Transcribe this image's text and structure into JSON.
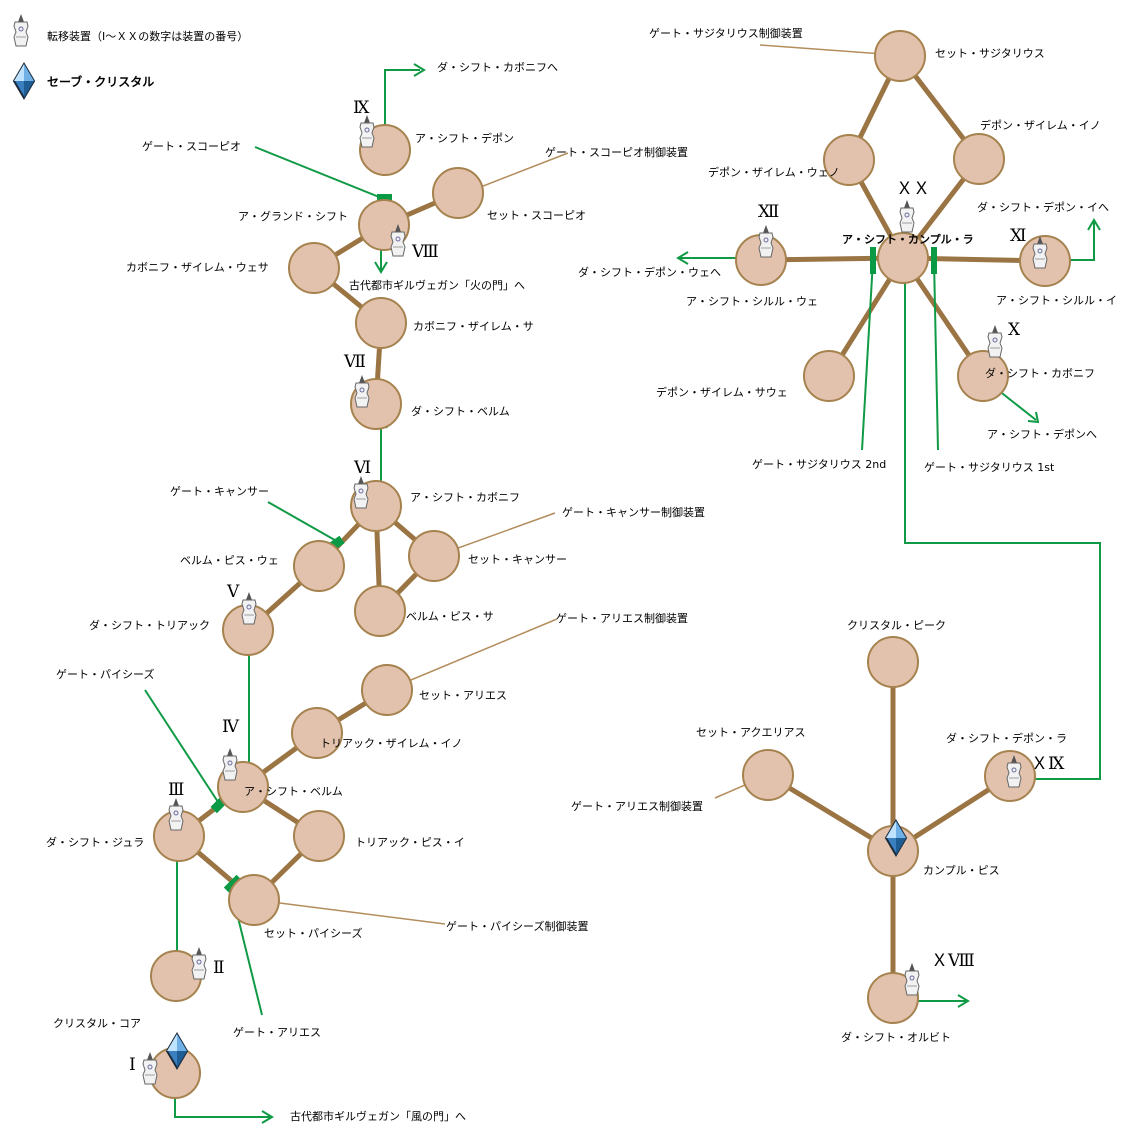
{
  "legend": {
    "teleporter_label": "転移装置（Ⅰ～ＸＸの数字は装置の番号）",
    "crystal_label": "セーブ・クリスタル"
  },
  "colors": {
    "node_fill": "#e2c2ac",
    "node_stroke": "#a6824f",
    "road": "#9b7443",
    "pointer_line": "#b38d5c",
    "route": "#109a46",
    "gate": "#0a9a46",
    "crystal": "#3a7fbf"
  },
  "icons": {
    "teleporter": "teleporter-icon",
    "crystal": "save-crystal-icon"
  },
  "nodes": {
    "a_shift_depon": "ア・シフト・デポン",
    "set_scorpio": "セット・スコーピオ",
    "a_grand_shift": "ア・グランド・シフト",
    "kaboniff_zairem_wesa": "カボニフ・ザイレム・ウェサ",
    "kaboniff_zairem_sa": "カボニフ・ザイレム・サ",
    "da_shift_bellum": "ダ・シフト・ベルム",
    "a_shift_kaboniff": "ア・シフト・カボニフ",
    "set_cancer": "セット・キャンサー",
    "bellum_pis_we": "ベルム・ピス・ウェ",
    "bellum_pis_sa": "ベルム・ピス・サ",
    "da_shift_triak": "ダ・シフト・トリアック",
    "set_aries": "セット・アリエス",
    "triak_zairem_ino": "トリアック・ザイレム・イノ",
    "a_shift_bellum": "ア・シフト・ベルム",
    "triak_pis_i": "トリアック・ピス・イ",
    "da_shift_jura": "ダ・シフト・ジュラ",
    "set_pisces": "セット・パイシーズ",
    "crystal_core": "クリスタル・コア",
    "set_sagittarius": "セット・サジタリウス",
    "depon_zairem_ino": "デポン・ザイレム・イノ",
    "depon_zairem_weno": "デポン・ザイレム・ウェノ",
    "a_shift_kanpul_ra": "ア・シフト・カンプル・ラ",
    "a_shift_silulu_we": "ア・シフト・シルル・ウェ",
    "a_shift_silulu_i": "ア・シフト・シルル・イ",
    "depon_zairem_sawe": "デポン・ザイレム・サウェ",
    "da_shift_kaboniff": "ダ・シフト・カボニフ",
    "crystal_peak": "クリスタル・ピーク",
    "set_aquarius": "セット・アクエリアス",
    "da_shift_depon_ra": "ダ・シフト・デポン・ラ",
    "kanpul_pis": "カンプル・ピス",
    "da_shift_orbit": "ダ・シフト・オルビト"
  },
  "labels": {
    "gate_scorpio": "ゲート・スコーピオ",
    "gate_scorpio_control": "ゲート・スコーピオ制御装置",
    "gate_cancer": "ゲート・キャンサー",
    "gate_cancer_control": "ゲート・キャンサー制御装置",
    "gate_aries_control_left": "ゲート・アリエス制御装置",
    "gate_pisces": "ゲート・パイシーズ",
    "gate_pisces_control": "ゲート・パイシーズ制御装置",
    "gate_aries": "ゲート・アリエス",
    "gate_sagittarius_control": "ゲート・サジタリウス制御装置",
    "gate_sagittarius_2nd": "ゲート・サジタリウス 2nd",
    "gate_sagittarius_1st": "ゲート・サジタリウス 1st",
    "gate_aries_control_right": "ゲート・アリエス制御装置"
  },
  "exits": {
    "to_da_shift_kaboniff": "ダ・シフト・カボニフへ",
    "to_fire_gate": "古代都市ギルヴェガン「火の門」へ",
    "to_wind_gate": "古代都市ギルヴェガン「風の門」へ",
    "to_da_shift_depon_we": "ダ・シフト・デポン・ウェへ",
    "to_da_shift_depon_i": "ダ・シフト・デポン・イへ",
    "to_a_shift_depon": "ア・シフト・デポンへ"
  },
  "teleporters": {
    "t1": "Ⅰ",
    "t2": "Ⅱ",
    "t3": "Ⅲ",
    "t4": "Ⅳ",
    "t5": "Ⅴ",
    "t6": "Ⅵ",
    "t7": "Ⅶ",
    "t8": "Ⅷ",
    "t9": "Ⅸ",
    "t10": "Ⅹ",
    "t11": "Ⅺ",
    "t12": "Ⅻ",
    "t18": "ＸⅧ",
    "t19": "ＸⅨ",
    "t20": "ＸＸ"
  }
}
